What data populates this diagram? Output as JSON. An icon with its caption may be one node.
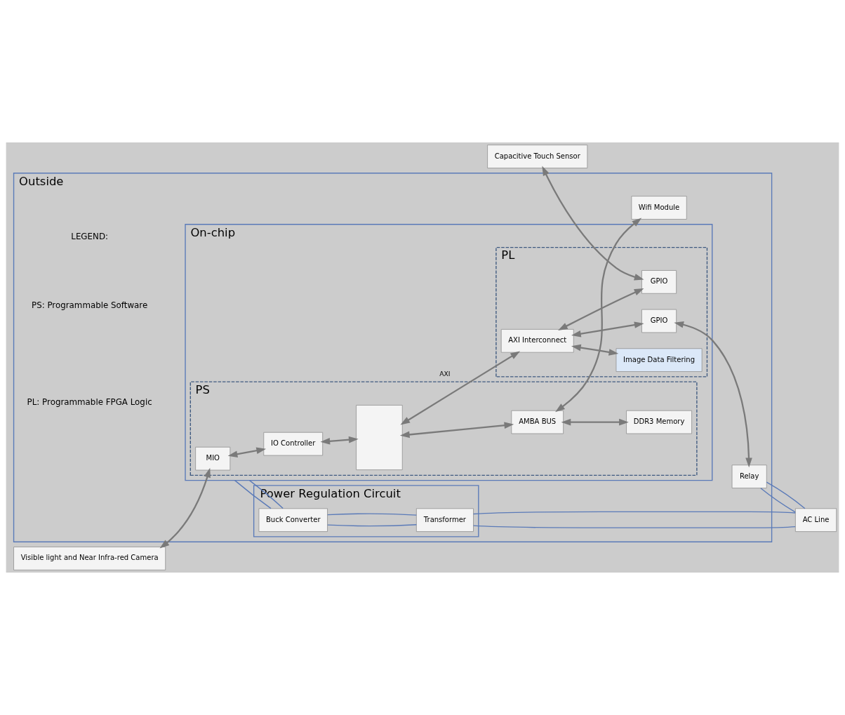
{
  "diagram": {
    "nodes": [
      {
        "text": [
          "Outside"
        ]
      },
      {
        "text": [
          "On-chip"
        ],
        "in": 0
      },
      {
        "text": [
          "PS"
        ],
        "in": 1
      },
      {
        "text": [
          "MIO"
        ],
        "in": 2
      },
      {
        "text": [
          "IO Controller"
        ],
        "in": 2
      },
      {
        "text": [],
        "shape": "box",
        "in": 2
      },
      {
        "text": [
          "AMBA BUS"
        ],
        "in": 2
      },
      {
        "text": [
          "DDR3 Memory"
        ],
        "in": 2
      },
      {
        "text": [
          "PL"
        ],
        "in": 1
      },
      {
        "text": [
          "AXI Interconnect"
        ],
        "in": 8
      },
      {
        "text": [
          "GPIO"
        ],
        "in": 8
      },
      {
        "text": [
          "Image Data Filtering"
        ],
        "in": 8
      },
      {
        "text": [
          "GPIO"
        ],
        "in": 8
      },
      {
        "text": [
          "Power Regulation Circuit"
        ],
        "in": 0
      },
      {
        "text": [
          "Buck Converter"
        ],
        "in": 13
      },
      {
        "text": [
          "Transformer"
        ],
        "in": 13
      },
      {
        "text": [
          "Wifi Module"
        ],
        "in": 0
      },
      {
        "text": [
          "Relay"
        ],
        "in": 0
      },
      {
        "text": [
          "Visible light and Near Infra-red Camera"
        ]
      },
      {
        "text": [
          "Capacitive Touch Sensor"
        ]
      },
      {
        "text": [
          "AC Line"
        ]
      }
    ],
    "edges": [
      {
        "from": 18,
        "to": 3,
        "arrow": "both"
      },
      {
        "from": 3,
        "to": 4,
        "arrow": "both"
      },
      {
        "from": 4,
        "to": 5,
        "arrow": "both"
      },
      {
        "from": 5,
        "to": 6,
        "arrow": "both"
      },
      {
        "from": 6,
        "to": 7,
        "arrow": "both"
      },
      {
        "from": 6,
        "to": 16,
        "arrow": "both"
      },
      {
        "from": 5,
        "to": 9,
        "arrow": "both",
        "label": "AXI"
      },
      {
        "from": 9,
        "to": 10,
        "arrow": "both"
      },
      {
        "from": 9,
        "to": 11,
        "arrow": "both"
      },
      {
        "from": 9,
        "to": 12,
        "arrow": "both"
      },
      {
        "from": 19,
        "to": 10,
        "arrow": "both"
      },
      {
        "from": 12,
        "to": 17,
        "arrow": "both"
      },
      {
        "from": 1,
        "to": 14,
        "arrow": "none",
        "color": "#5a7ab8"
      },
      {
        "from": 1,
        "to": 14,
        "arrow": "none",
        "color": "#5a7ab8"
      },
      {
        "from": 14,
        "to": 15,
        "arrow": "none",
        "color": "#5a7ab8"
      },
      {
        "from": 14,
        "to": 15,
        "arrow": "none",
        "color": "#5a7ab8"
      },
      {
        "from": 15,
        "to": 20,
        "arrow": "none",
        "color": "#5a7ab8"
      },
      {
        "from": 15,
        "to": 20,
        "arrow": "none",
        "color": "#5a7ab8"
      },
      {
        "from": 17,
        "to": 20,
        "arrow": "none",
        "color": "#5a7ab8"
      },
      {
        "from": 17,
        "to": 20,
        "arrow": "none",
        "color": "#5a7ab8"
      }
    ],
    "labels": [
      "LEGEND:",
      "PS: Programmable Software",
      "PL: Programmable FPGA Logic"
    ]
  }
}
